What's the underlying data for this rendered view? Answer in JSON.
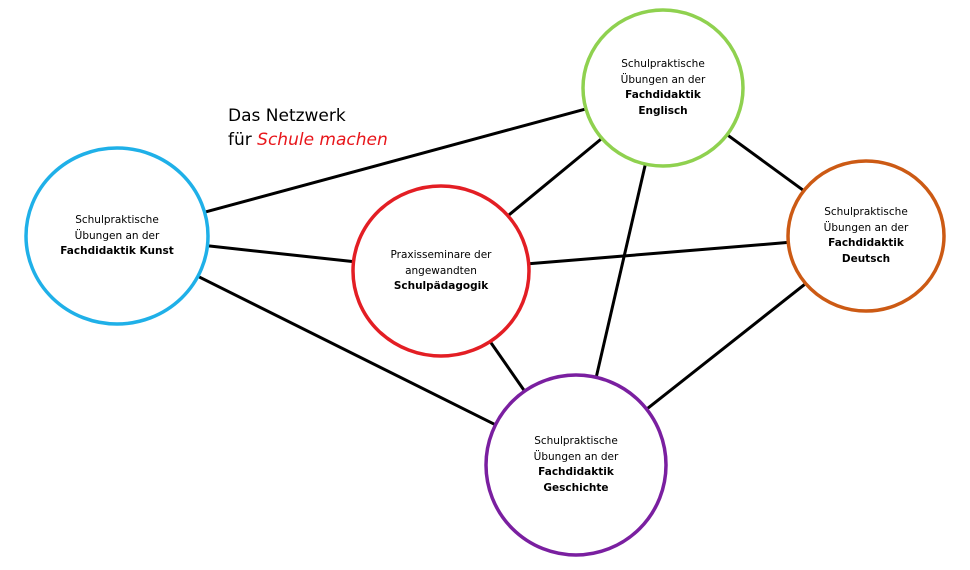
{
  "title": {
    "line1": "Das Netzwerk",
    "line2_prefix": "für ",
    "line2_accent": "Schule machen",
    "accent_color": "#e8161b"
  },
  "nodes": {
    "englisch": {
      "lines": [
        "Schulpraktische",
        "Übungen an der"
      ],
      "bold_lines": [
        "Fachdidaktik",
        "Englisch"
      ],
      "color": "#8fd14f"
    },
    "kunst": {
      "lines": [
        "Schulpraktische",
        "Übungen an der"
      ],
      "bold_lines": [
        "Fachdidaktik Kunst"
      ],
      "color": "#1fb0e8"
    },
    "paedagogik": {
      "lines": [
        "Praxisseminare der",
        "angewandten"
      ],
      "bold_lines": [
        "Schulpädagogik"
      ],
      "color": "#e31e24"
    },
    "deutsch": {
      "lines": [
        "Schulpraktische",
        "Übungen an der"
      ],
      "bold_lines": [
        "Fachdidaktik",
        "Deutsch"
      ],
      "color": "#cc5a14"
    },
    "geschichte": {
      "lines": [
        "Schulpraktische",
        "Übungen an der"
      ],
      "bold_lines": [
        "Fachdidaktik",
        "Geschichte"
      ],
      "color": "#7a1fa0"
    }
  },
  "edges": [
    [
      "kunst",
      "englisch"
    ],
    [
      "kunst",
      "paedagogik"
    ],
    [
      "kunst",
      "geschichte"
    ],
    [
      "paedagogik",
      "englisch"
    ],
    [
      "paedagogik",
      "deutsch"
    ],
    [
      "paedagogik",
      "geschichte"
    ],
    [
      "englisch",
      "deutsch"
    ],
    [
      "englisch",
      "geschichte"
    ],
    [
      "deutsch",
      "geschichte"
    ]
  ]
}
